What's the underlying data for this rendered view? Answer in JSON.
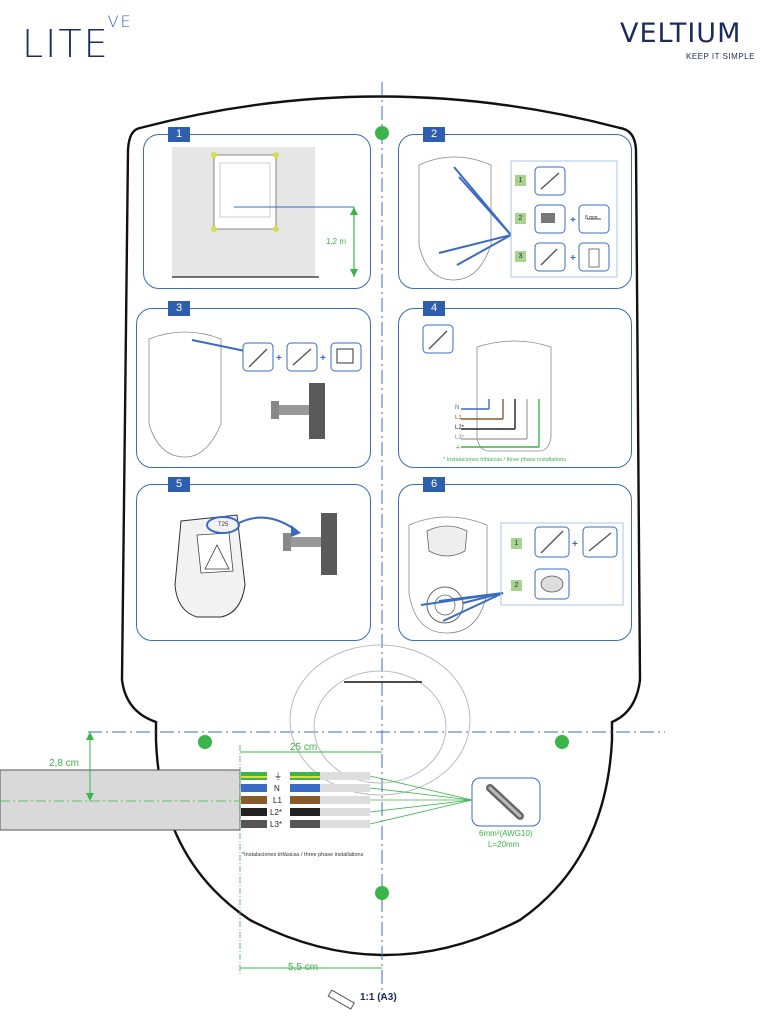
{
  "header": {
    "brand_left": "LITE",
    "brand_left_sup": "VE",
    "brand_right": "VELTIUM",
    "tagline": "KEEP IT SIMPLE"
  },
  "steps": [
    {
      "number": "1",
      "height_label": "1,2 m"
    },
    {
      "number": "2",
      "substeps": [
        "1",
        "2",
        "3"
      ],
      "drill_label": "8 mm"
    },
    {
      "number": "3"
    },
    {
      "number": "4",
      "wires": [
        "N",
        "L1",
        "L2*",
        "L3*",
        "⏚"
      ],
      "note": "* Instalaciones trifásicas / three phase installations"
    },
    {
      "number": "5",
      "tag": "T25"
    },
    {
      "number": "6",
      "substeps": [
        "1",
        "2"
      ]
    }
  ],
  "cable": {
    "strip_length": "25 cm",
    "height": "2,8 cm",
    "bottom_length": "5,5 cm",
    "wires": [
      "⏚",
      "N",
      "L1",
      "L2*",
      "L3*"
    ],
    "note": "*Instalaciones trifásicas / three phase installations",
    "ferrule_spec": "6mm²(AWG10)",
    "ferrule_length": "L=20mm"
  },
  "scale": "1:1 (A3)",
  "colors": {
    "accent": "#3a6bc4",
    "green": "#3bb54a",
    "navy": "#1c2b5e"
  }
}
